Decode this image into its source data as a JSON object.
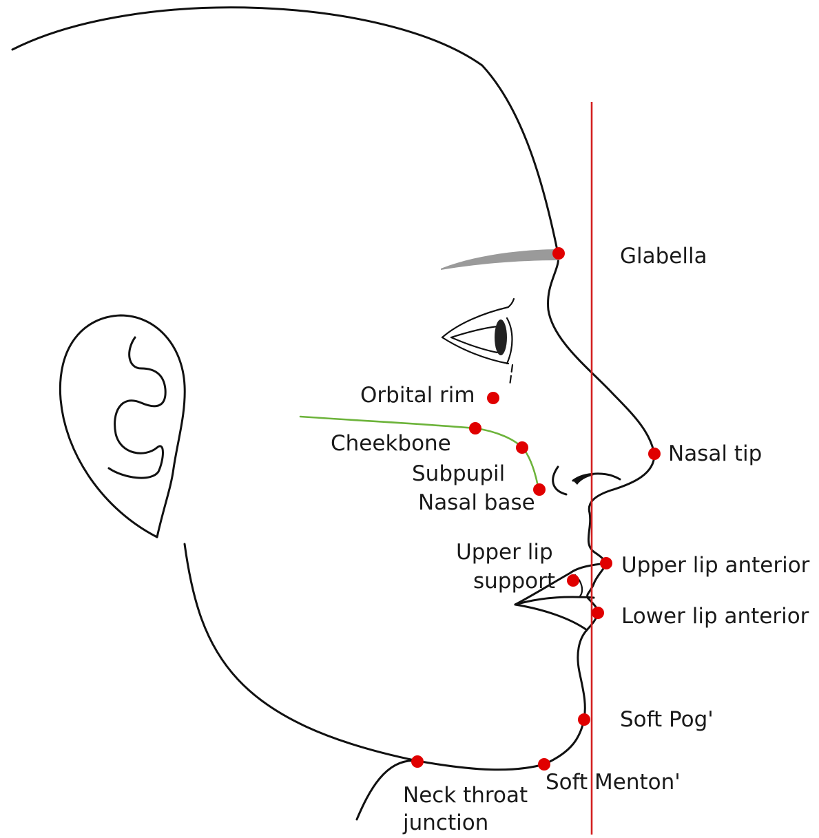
{
  "colors": {
    "outline": "#111111",
    "landmark": "#e00000",
    "reference_line": "#d42020",
    "cheek_curve": "#6cb33a",
    "brow": "#9a9a9a"
  },
  "labels": {
    "glabella": "Glabella",
    "orbital_rim": "Orbital rim",
    "cheekbone": "Cheekbone",
    "subpupil": "Subpupil",
    "nasal_base": "Nasal base",
    "nasal_tip": "Nasal tip",
    "upper_lip_support_line1": "Upper lip",
    "upper_lip_support_line2": "support",
    "upper_lip_anterior": "Upper lip anterior",
    "lower_lip_anterior": "Lower lip anterior",
    "soft_pog": "Soft Pog'",
    "soft_menton": "Soft Menton'",
    "neck_throat_line1": "Neck throat",
    "neck_throat_line2": "junction"
  }
}
